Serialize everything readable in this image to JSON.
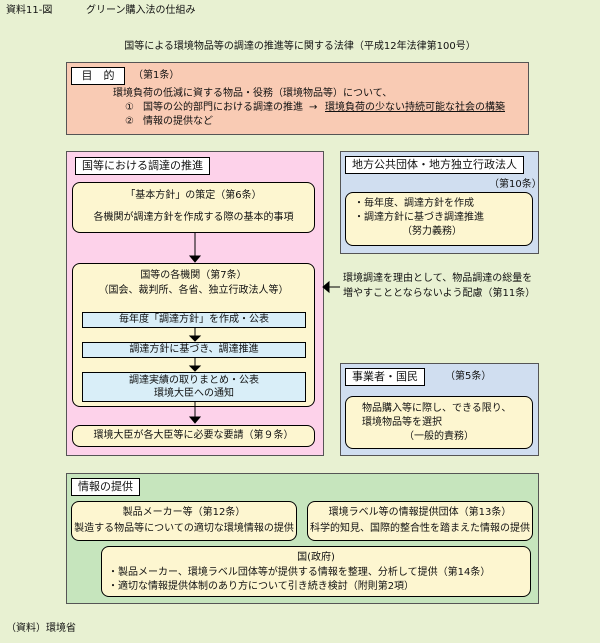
{
  "header": {
    "figure_label": "資料11-図",
    "figure_title": "グリーン購入法の仕組み",
    "law_title": "国等による環境物品等の調達の推進等に関する法律（平成12年法律第100号）"
  },
  "purpose": {
    "heading": "目　的",
    "article": "（第1条）",
    "line1": "環境負荷の低減に資する物品・役務（環境物品等）について、",
    "item1_num": "①",
    "item1_text": "国等の公的部門における調達の推進",
    "arrow": "→",
    "item1_result": "環境負荷の少ない持続可能な社会の構築",
    "item2_num": "②",
    "item2_text": "情報の提供など"
  },
  "national": {
    "heading": "国等における調達の推進",
    "basic_policy_title": "「基本方針」の策定（第6条）",
    "basic_policy_text": "各機関が調達方針を作成する際の基本的事項",
    "agencies_title": "国等の各機関（第7条）",
    "agencies_sub": "（国会、裁判所、各省、独立行政法人等）",
    "step1": "毎年度「調達方針」を作成・公表",
    "step2": "調達方針に基づき、調達推進",
    "step3_line1": "調達実績の取りまとめ・公表",
    "step3_line2": "環境大臣への通知",
    "request": "環境大臣が各大臣等に必要な要請（第９条）"
  },
  "local": {
    "heading": "地方公共団体・地方独立行政法人",
    "article": "（第10条）",
    "item1": "・毎年度、調達方針を作成",
    "item2": "・調達方針に基づき調達推進",
    "effort": "（努力義務）"
  },
  "note": {
    "line1": "環境調達を理由として、物品調達の総量を",
    "line2": "増やすこととならないよう配慮（第11条）"
  },
  "business": {
    "heading": "事業者・国民",
    "article": "（第5条）",
    "line1": "物品購入等に際し、できる限り、",
    "line2": "環境物品等を選択",
    "line3": "（一般的責務）"
  },
  "info": {
    "heading": "情報の提供",
    "maker_title": "製品メーカー等（第12条）",
    "maker_text": "製造する物品等についての適切な環境情報の提供",
    "label_title": "環境ラベル等の情報提供団体（第13条）",
    "label_text": "科学的知見、国際的整合性を踏まえた情報の提供",
    "gov_title": "国(政府)",
    "gov_line1": "・製品メーカー、環境ラベル団体等が提供する情報を整理、分析して提供（第14条）",
    "gov_line2": "・適切な情報提供体制のあり方について引き続き検討（附則第2項）"
  },
  "source": "（資料）環境省",
  "colors": {
    "page_bg": "#e8f1d2",
    "purpose_bg": "#f9cbb4",
    "national_bg": "#fdd2ea",
    "local_bg": "#d0def0",
    "info_bg": "#c6e5bd",
    "cream": "#fdf6d0",
    "step_blue": "#d9eef8"
  }
}
